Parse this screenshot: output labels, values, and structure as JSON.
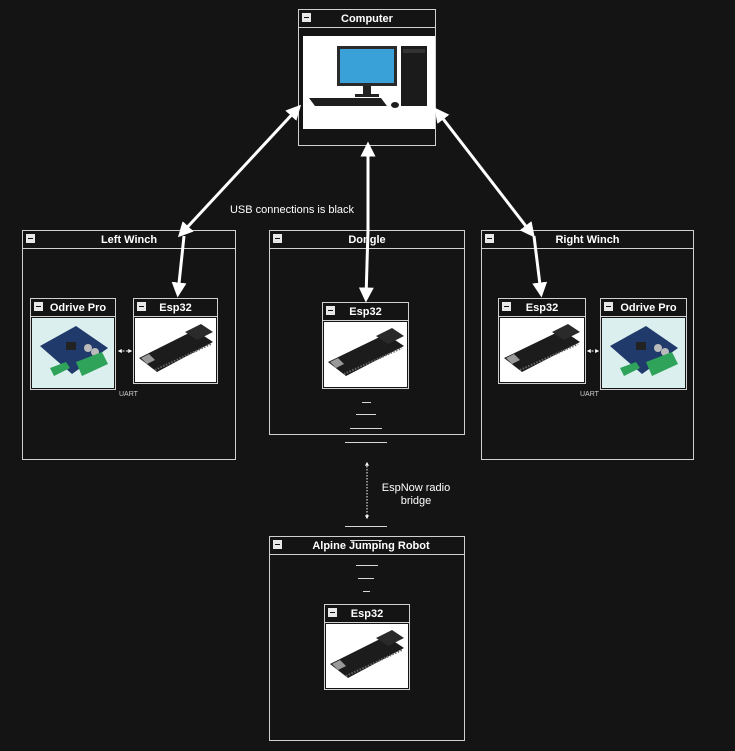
{
  "groups": {
    "computer": {
      "title": "Computer"
    },
    "left_winch": {
      "title": "Left Winch",
      "uart_label": "UART"
    },
    "dongle": {
      "title": "Dongle"
    },
    "right_winch": {
      "title": "Right Winch",
      "uart_label": "UART"
    },
    "robot": {
      "title": "Alpine Jumping Robot"
    }
  },
  "components": {
    "left_odrive": {
      "title": "Odrive Pro"
    },
    "left_esp32": {
      "title": "Esp32"
    },
    "dongle_esp32": {
      "title": "Esp32"
    },
    "right_esp32": {
      "title": "Esp32"
    },
    "right_odrive": {
      "title": "Odrive Pro"
    },
    "robot_esp32": {
      "title": "Esp32"
    }
  },
  "annotations": {
    "usb_note": "USB connections is black",
    "radio_note_line1": "EspNow radio",
    "radio_note_line2": "bridge"
  },
  "colors": {
    "background": "#141414",
    "border": "#d0d0d0",
    "arrow": "#ffffff"
  },
  "icons": {
    "collapse": "collapse-minus-icon",
    "computer": "desktop-computer-icon",
    "board": "esp32-board-icon",
    "driver": "odrive-board-icon"
  }
}
